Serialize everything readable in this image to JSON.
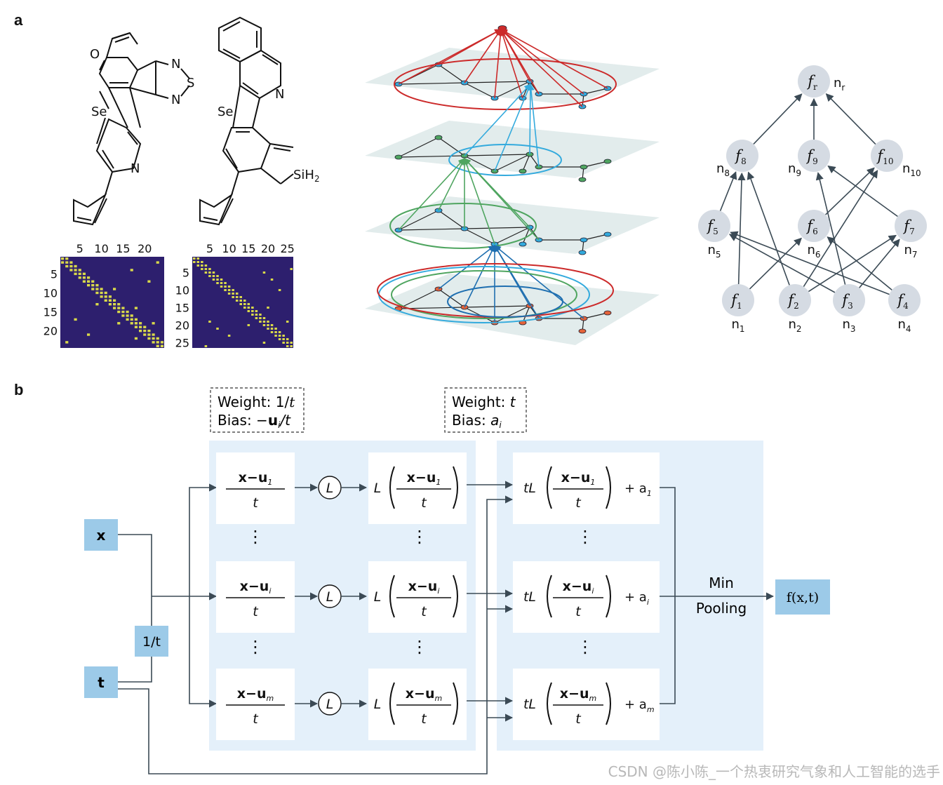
{
  "panels": {
    "a": "a",
    "b": "b"
  },
  "molecule1": {
    "heteroatom_se": "Se",
    "heteroatom_n1": "N",
    "heteroatom_n2": "N",
    "heteroatom_s": "S",
    "heteroatom_n3": "N"
  },
  "molecule2": {
    "heteroatom_se": "Se",
    "heteroatom_n": "N",
    "heteroatom_si": "SiH",
    "si_sub": "2"
  },
  "matrix1": {
    "col_ticks": [
      "5",
      "10",
      "15",
      "20"
    ],
    "row_ticks": [
      "5",
      "10",
      "15",
      "20"
    ]
  },
  "matrix2": {
    "col_ticks": [
      "5",
      "10",
      "15",
      "20",
      "25"
    ],
    "row_ticks": [
      "5",
      "10",
      "15",
      "20",
      "25"
    ]
  },
  "colors": {
    "red": "#cc2a2a",
    "blue": "#2b8fc9",
    "cyan": "#33aadd",
    "green": "#4fa560",
    "plane": "#e2ecec",
    "node": "#d5dbe3",
    "arrow": "#3b4a55",
    "box": "#9ccae8",
    "panel_bg": "#e4f0fa"
  },
  "tree": {
    "nodes": [
      {
        "f": "f",
        "sub": "r",
        "n": "n",
        "nsub": "r"
      },
      {
        "f": "f",
        "sub": "8",
        "n": "n",
        "nsub": "8"
      },
      {
        "f": "f",
        "sub": "9",
        "n": "n",
        "nsub": "9"
      },
      {
        "f": "f",
        "sub": "10",
        "n": "n",
        "nsub": "10"
      },
      {
        "f": "f",
        "sub": "5",
        "n": "n",
        "nsub": "5"
      },
      {
        "f": "f",
        "sub": "6",
        "n": "n",
        "nsub": "6"
      },
      {
        "f": "f",
        "sub": "7",
        "n": "n",
        "nsub": "7"
      },
      {
        "f": "f",
        "sub": "1",
        "n": "n",
        "nsub": "1"
      },
      {
        "f": "f",
        "sub": "2",
        "n": "n",
        "nsub": "2"
      },
      {
        "f": "f",
        "sub": "3",
        "n": "n",
        "nsub": "3"
      },
      {
        "f": "f",
        "sub": "4",
        "n": "n",
        "nsub": "4"
      }
    ]
  },
  "network": {
    "input_x": "x",
    "input_t": "t",
    "inv_t": "1/t",
    "weight_box1": {
      "weight": "Weight: 1/",
      "weight_var": "t",
      "bias": "Bias: −",
      "bias_u": "u",
      "bias_i": "i",
      "bias_t": "/t"
    },
    "weight_box2": {
      "weight": "Weight: ",
      "weight_var": "t",
      "bias": "Bias: ",
      "bias_a": "a",
      "bias_i": "i"
    },
    "rows": [
      {
        "idx": "1"
      },
      {
        "idx": "i"
      },
      {
        "idx": "m"
      }
    ],
    "x_minus_u": "x−u",
    "denominator": "t",
    "L": "L",
    "tL": "tL",
    "plus_a": "+ a",
    "vdots": "⋮",
    "pooling_1": "Min",
    "pooling_2": "Pooling",
    "output": "f(x,t)"
  },
  "watermark": "CSDN @陈小陈_一个热衷研究气象和人工智能的选手"
}
